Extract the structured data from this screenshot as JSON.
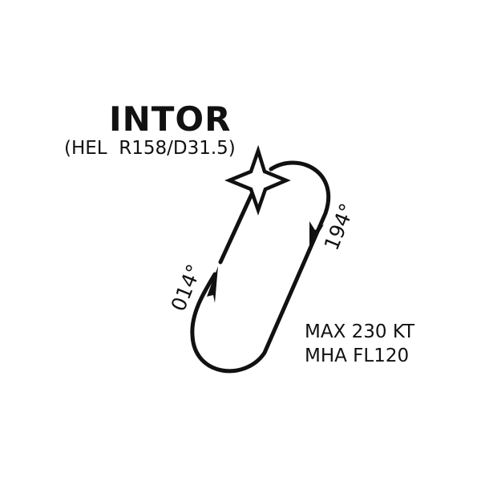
{
  "fix": {
    "name": "INTOR",
    "reference": "(HEL  R158/D31.5)"
  },
  "holding": {
    "inbound_course": "014°",
    "outbound_course": "194°",
    "speed_limit": "MAX 230 KT",
    "min_holding_altitude": "MHA FL120"
  },
  "icons": [
    "waypoint-star-icon",
    "inbound-arrow-icon",
    "outbound-arrow-icon"
  ],
  "colors": {
    "ink": "#111111",
    "background": "#ffffff"
  }
}
